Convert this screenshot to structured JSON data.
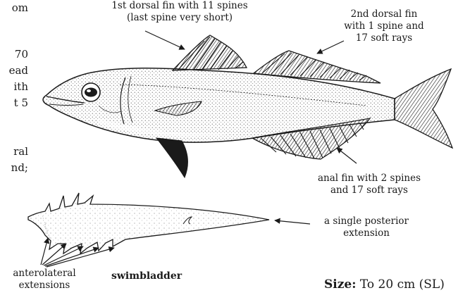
{
  "left_text_fragments": [
    "om",
    "70",
    "ead",
    "ith",
    "t 5",
    "ral",
    "nd;"
  ],
  "labels": {
    "dorsal1_line1": "1st dorsal fin with 11 spines",
    "dorsal1_line2": "(last spine very short)",
    "dorsal2_line1": "2nd dorsal fin",
    "dorsal2_line2": "with 1 spine and",
    "dorsal2_line3": "17 soft rays",
    "anal_line1": "anal fin with 2 spines",
    "anal_line2": "and 17 soft rays",
    "posterior_line1": "a single posterior",
    "posterior_line2": "extension",
    "anterolateral_line1": "anterolateral",
    "anterolateral_line2": "extensions",
    "swimbladder": "swimbladder"
  },
  "size": {
    "label": "Size:",
    "value": "To 20 cm (SL)"
  },
  "colors": {
    "ink": "#1a1a1a",
    "background": "#ffffff"
  }
}
